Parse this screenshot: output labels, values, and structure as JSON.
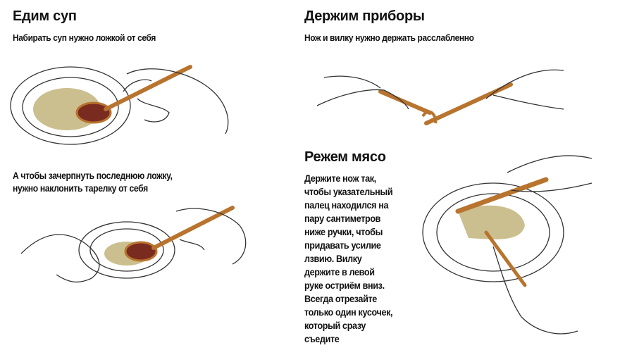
{
  "soup": {
    "title": "Едим суп",
    "subtitle": "Набирать суп нужно ложкой от себя",
    "caption": [
      "А чтобы зачерпнуть последнюю ложку,",
      "нужно наклонить тарелку от себя"
    ]
  },
  "cutlery": {
    "title": "Держим приборы",
    "subtitle": "Нож и вилку нужно держать расслабленно"
  },
  "meat": {
    "title": "Режем мясо",
    "text": [
      "Держите нож так,",
      "чтобы указательный",
      "палец находился на",
      "пару сантиметров",
      "ниже ручки, чтобы",
      "придавать усилие",
      "лзвию. Вилку",
      "держите в левой",
      "руке остриём вниз.",
      "Всегда отрезайте",
      "только один кусочек,",
      "который сразу",
      "съедите"
    ]
  },
  "colors": {
    "soup": "#cbbf8f",
    "wood": "#b8742e",
    "borscht": "#7a2b20"
  }
}
